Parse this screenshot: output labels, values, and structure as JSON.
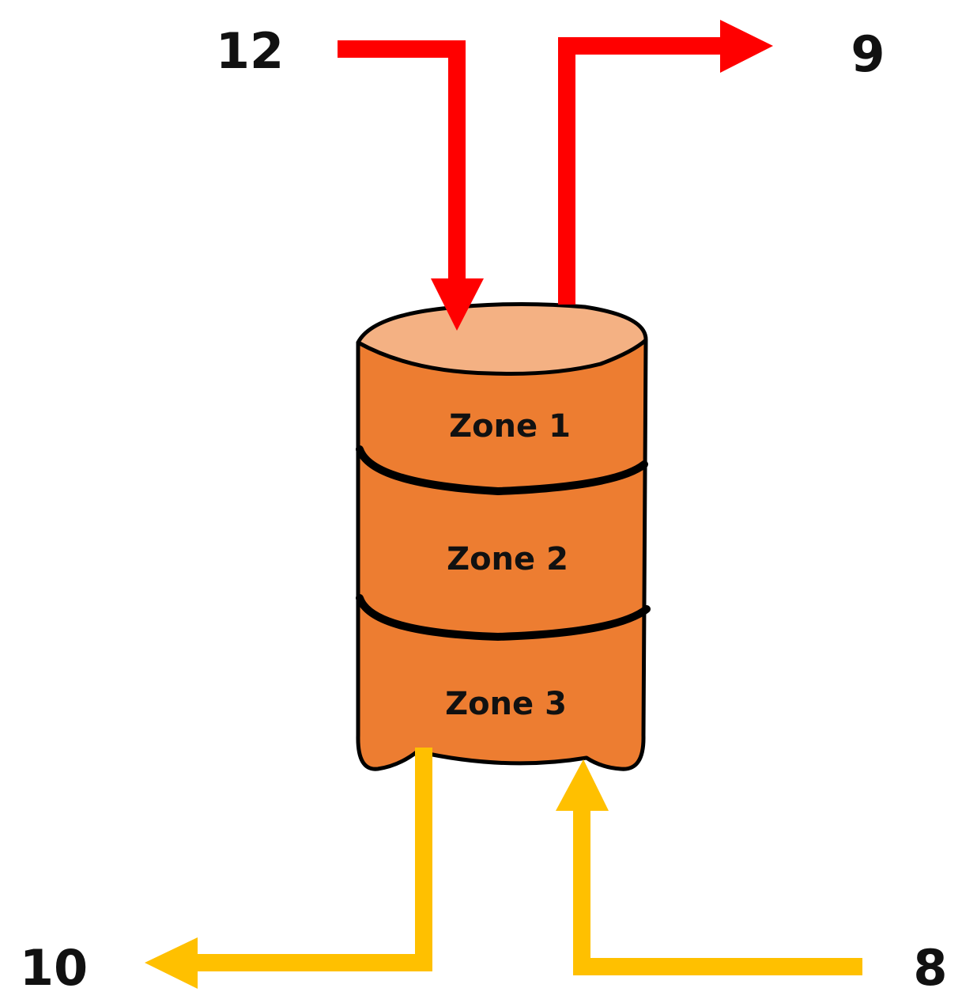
{
  "streams": {
    "inlet_top": {
      "label": "12"
    },
    "outlet_top": {
      "label": "9"
    },
    "outlet_bottom": {
      "label": "10"
    },
    "inlet_bottom": {
      "label": "8"
    }
  },
  "vessel": {
    "zones": [
      {
        "label": "Zone 1"
      },
      {
        "label": "Zone 2"
      },
      {
        "label": "Zone 3"
      }
    ]
  },
  "colors": {
    "top_streams": "#ff0000",
    "bottom_streams": "#ffc000",
    "vessel_body": "#ed7d31",
    "vessel_top": "#f4b183",
    "outline": "#000000"
  }
}
